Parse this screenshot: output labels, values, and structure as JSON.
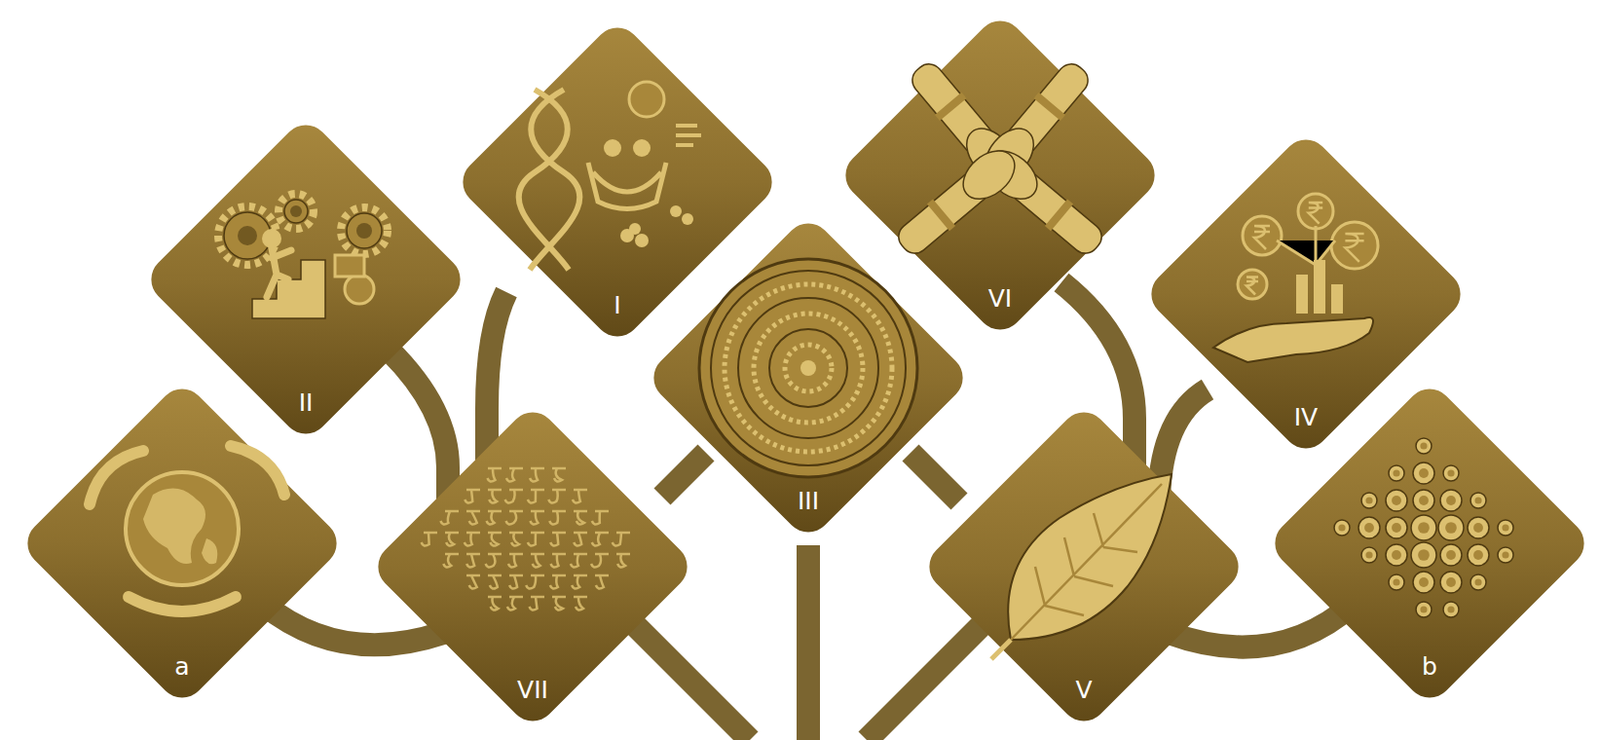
{
  "diagram": {
    "nodes": [
      {
        "text": [
          "a"
        ]
      },
      {
        "text": [
          "II"
        ]
      },
      {
        "text": [
          "VII"
        ]
      },
      {
        "text": [
          "I"
        ]
      },
      {
        "text": [
          "III"
        ]
      },
      {
        "text": [
          "VI"
        ]
      },
      {
        "text": [
          "V"
        ]
      },
      {
        "text": [
          "IV"
        ]
      },
      {
        "text": [
          "b"
        ]
      }
    ]
  }
}
